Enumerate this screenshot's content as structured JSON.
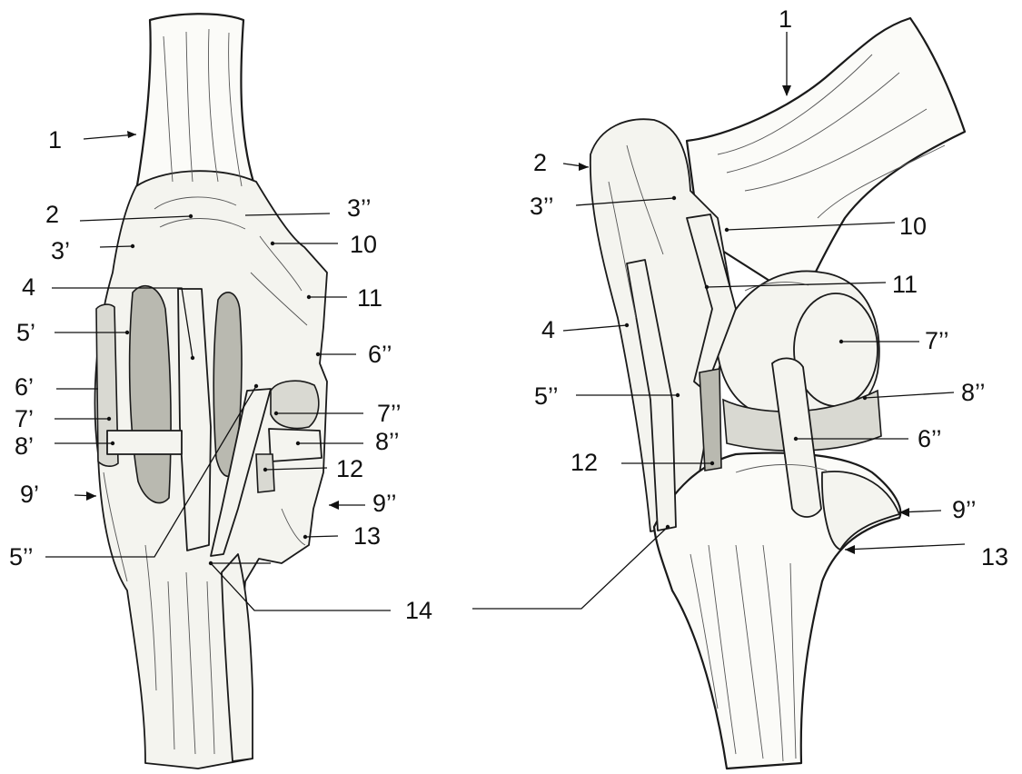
{
  "left_view": {
    "labels": [
      {
        "id": "l-1",
        "text": "1"
      },
      {
        "id": "l-2",
        "text": "2"
      },
      {
        "id": "l-3pp",
        "text": "3’’"
      },
      {
        "id": "l-3p",
        "text": "3’"
      },
      {
        "id": "l-10",
        "text": "10"
      },
      {
        "id": "l-4",
        "text": "4"
      },
      {
        "id": "l-11",
        "text": "11"
      },
      {
        "id": "l-5p",
        "text": "5’"
      },
      {
        "id": "l-6pp",
        "text": "6’’"
      },
      {
        "id": "l-6p",
        "text": "6’"
      },
      {
        "id": "l-7pp",
        "text": "7’’"
      },
      {
        "id": "l-7p",
        "text": "7’"
      },
      {
        "id": "l-8pp",
        "text": "8’’"
      },
      {
        "id": "l-8p",
        "text": "8’"
      },
      {
        "id": "l-12",
        "text": "12"
      },
      {
        "id": "l-9p",
        "text": "9’"
      },
      {
        "id": "l-9pp",
        "text": "9’’"
      },
      {
        "id": "l-13",
        "text": "13"
      },
      {
        "id": "l-5pp",
        "text": "5’’"
      }
    ]
  },
  "shared_labels": [
    {
      "id": "s-14",
      "text": "14"
    }
  ],
  "right_view": {
    "labels": [
      {
        "id": "r-1",
        "text": "1"
      },
      {
        "id": "r-2",
        "text": "2"
      },
      {
        "id": "r-3pp",
        "text": "3’’"
      },
      {
        "id": "r-10",
        "text": "10"
      },
      {
        "id": "r-11",
        "text": "11"
      },
      {
        "id": "r-4",
        "text": "4"
      },
      {
        "id": "r-7pp",
        "text": "7’’"
      },
      {
        "id": "r-5pp",
        "text": "5’’"
      },
      {
        "id": "r-8pp",
        "text": "8’’"
      },
      {
        "id": "r-12",
        "text": "12"
      },
      {
        "id": "r-6pp",
        "text": "6’’"
      },
      {
        "id": "r-9pp",
        "text": "9’’"
      },
      {
        "id": "r-13",
        "text": "13"
      }
    ]
  }
}
